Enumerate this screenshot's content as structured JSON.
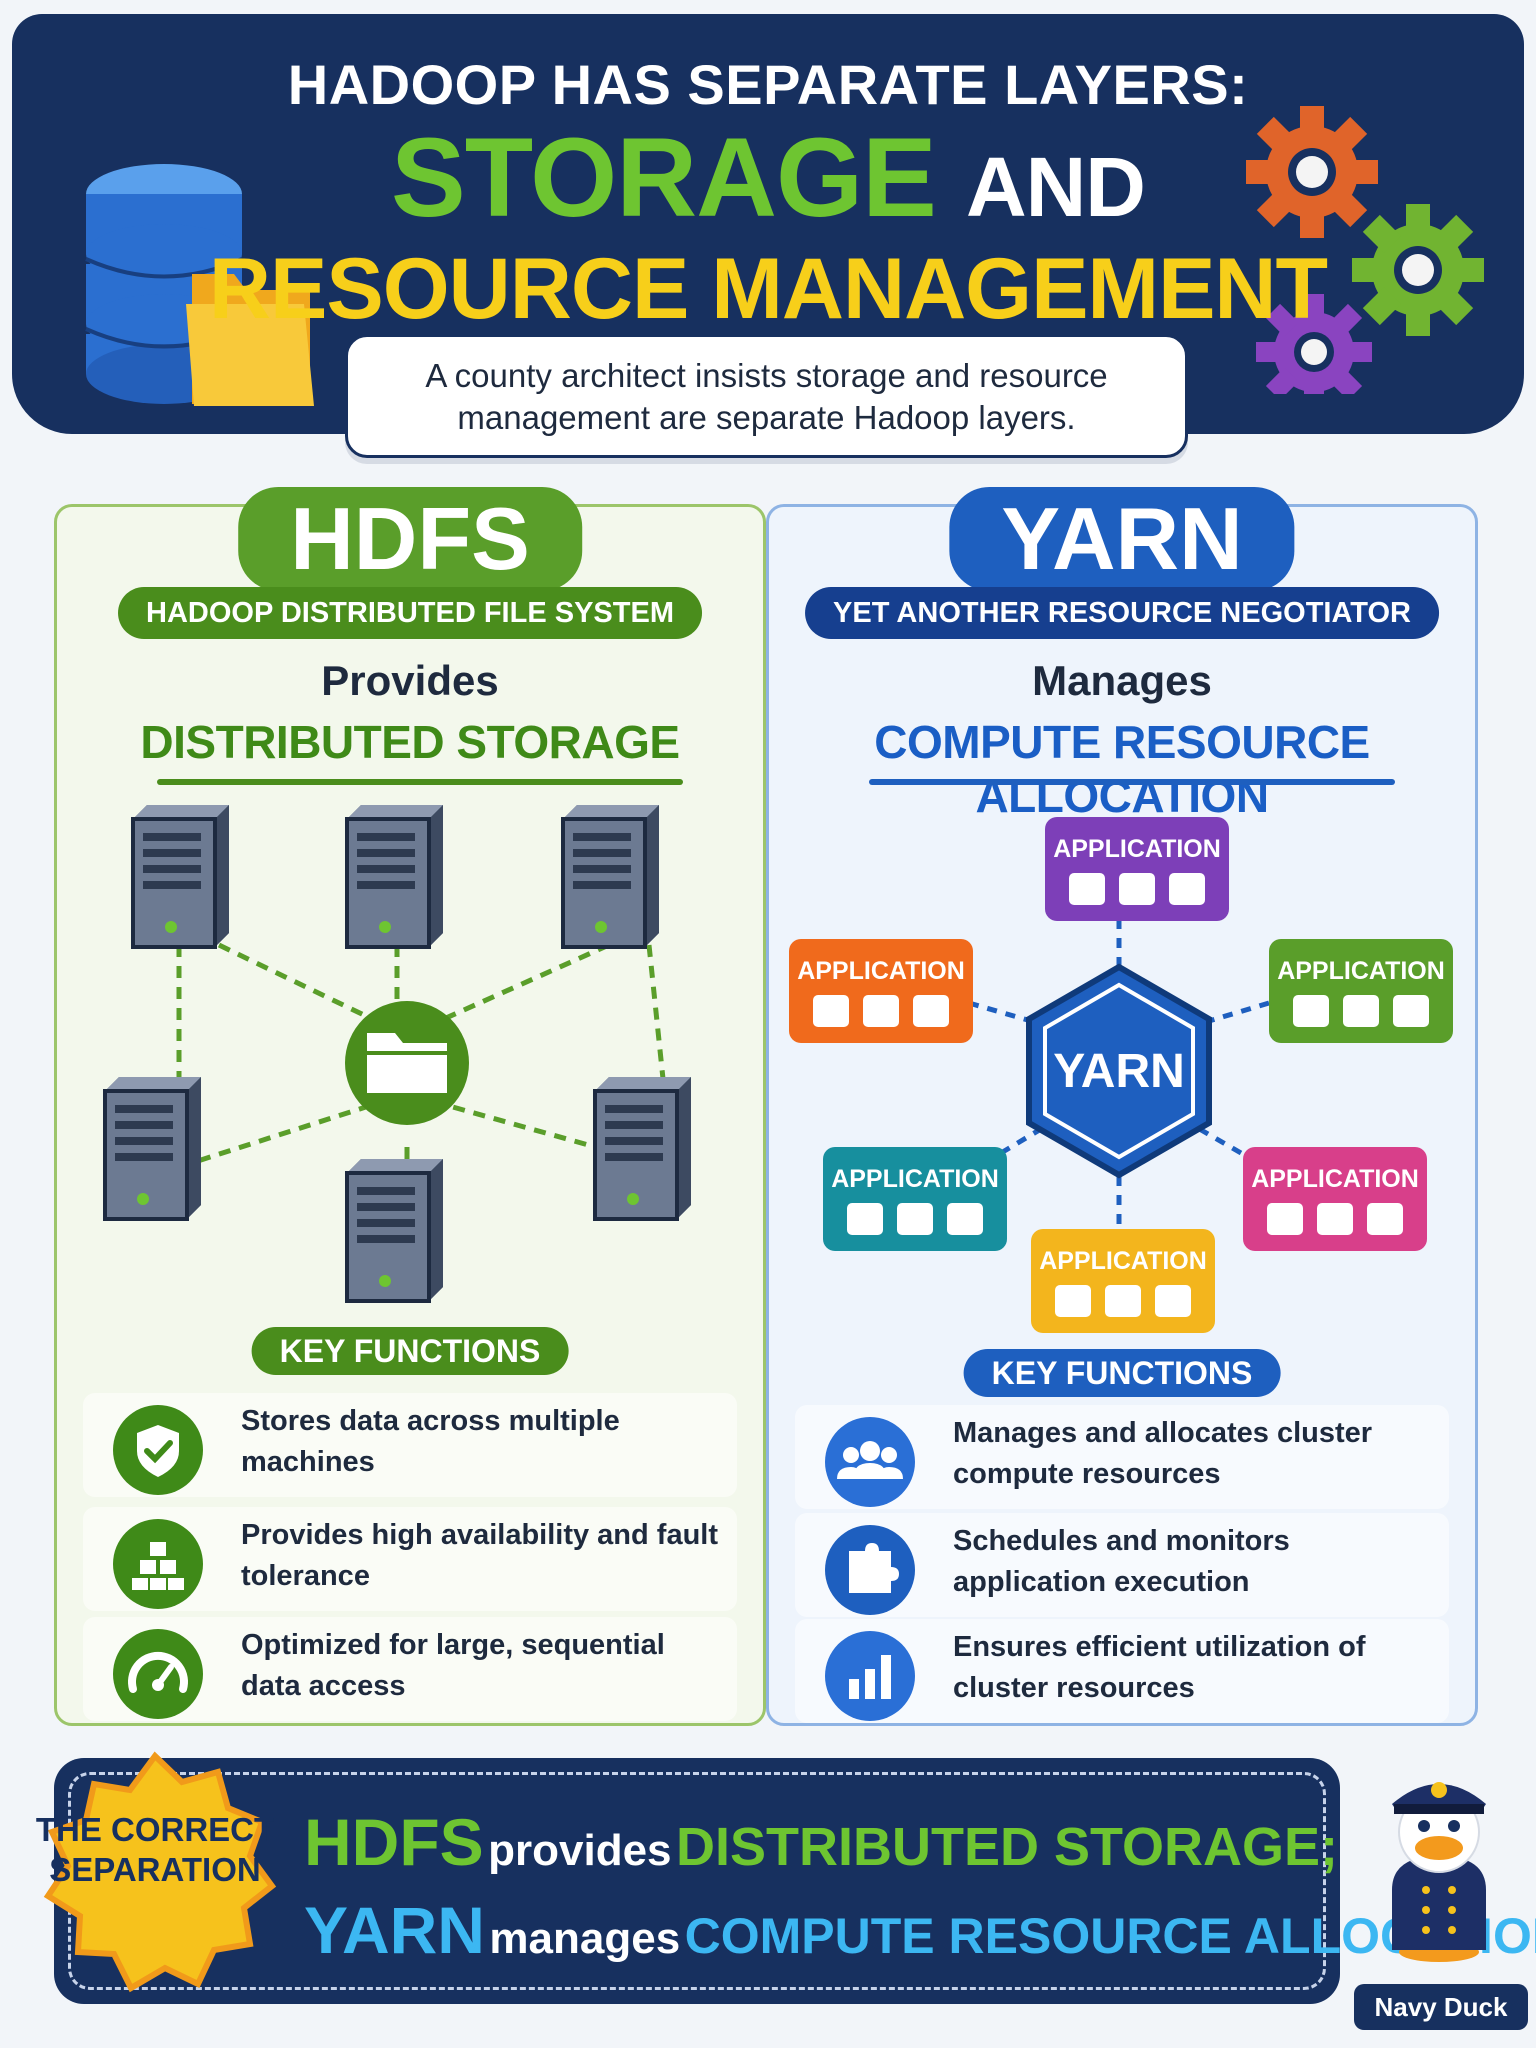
{
  "header": {
    "line1": "HADOOP HAS SEPARATE LAYERS:",
    "word_storage": "STORAGE",
    "word_and": "AND",
    "line3": "RESOURCE MANAGEMENT",
    "subtitle": "A county architect insists storage and resource management are separate Hadoop layers."
  },
  "hdfs": {
    "badge": "HDFS",
    "subtitle": "HADOOP DISTRIBUTED FILE SYSTEM",
    "lead": "Provides",
    "headline": "DISTRIBUTED STORAGE",
    "key_functions_label": "KEY FUNCTIONS",
    "functions": [
      {
        "icon": "shield-check-icon",
        "text": "Stores data across multiple machines"
      },
      {
        "icon": "cubes-icon",
        "text": "Provides high availability and fault tolerance"
      },
      {
        "icon": "speedometer-icon",
        "text": "Optimized for large, sequential data access"
      }
    ]
  },
  "yarn": {
    "badge": "YARN",
    "subtitle": "YET ANOTHER RESOURCE NEGOTIATOR",
    "lead": "Manages",
    "headline": "COMPUTE RESOURCE ALLOCATION",
    "hub_label": "YARN",
    "application_label": "APPLICATION",
    "app_colors": [
      "#7d3fb8",
      "#f06a1c",
      "#5a9e2a",
      "#178f9e",
      "#d83f8a",
      "#f3b51d"
    ],
    "key_functions_label": "KEY FUNCTIONS",
    "functions": [
      {
        "icon": "users-icon",
        "text": "Manages and allocates cluster compute resources"
      },
      {
        "icon": "puzzle-icon",
        "text": "Schedules and monitors application execution"
      },
      {
        "icon": "bar-chart-icon",
        "text": "Ensures efficient utilization of cluster resources"
      }
    ]
  },
  "banner": {
    "seal_text": "THE CORRECT SEPARATION",
    "line1": {
      "hdfs": "HDFS",
      "provides": "provides",
      "storage": "DISTRIBUTED STORAGE;"
    },
    "line2": {
      "yarn": "YARN",
      "manages": "manages",
      "allocation": "COMPUTE RESOURCE ALLOCATION."
    }
  },
  "mascot": {
    "label": "Navy Duck"
  }
}
